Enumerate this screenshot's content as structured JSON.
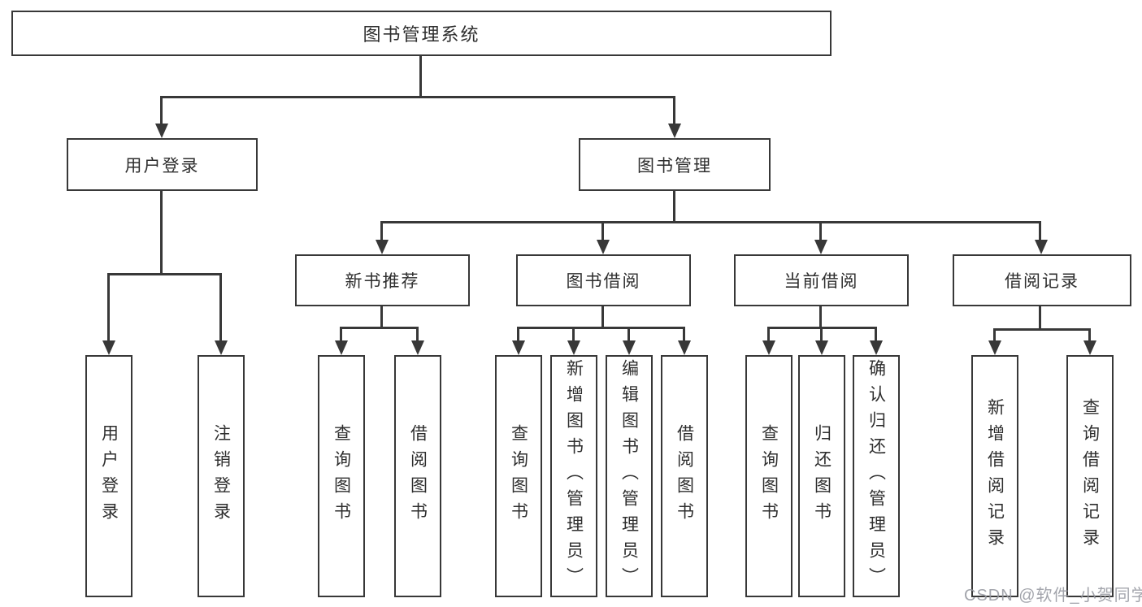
{
  "diagram": {
    "tree": {
      "root": {
        "label": "图书管理系统"
      },
      "user_login": {
        "label": "用户登录",
        "children": [
          {
            "label": "用户登录"
          },
          {
            "label": "注销登录"
          }
        ]
      },
      "book_management": {
        "label": "图书管理",
        "sections": [
          {
            "label": "新书推荐",
            "children": [
              {
                "label": "查询图书"
              },
              {
                "label": "借阅图书"
              }
            ]
          },
          {
            "label": "图书借阅",
            "children": [
              {
                "label": "查询图书"
              },
              {
                "label": "新增图书（管理员）"
              },
              {
                "label": "编辑图书（管理员）"
              },
              {
                "label": "借阅图书"
              }
            ]
          },
          {
            "label": "当前借阅",
            "children": [
              {
                "label": "查询图书"
              },
              {
                "label": "归还图书"
              },
              {
                "label": "确认归还（管理员）"
              }
            ]
          },
          {
            "label": "借阅记录",
            "children": [
              {
                "label": "新增借阅记录"
              },
              {
                "label": "查询借阅记录"
              }
            ]
          }
        ]
      }
    },
    "watermark": "CSDN @软件_小贺同学"
  }
}
